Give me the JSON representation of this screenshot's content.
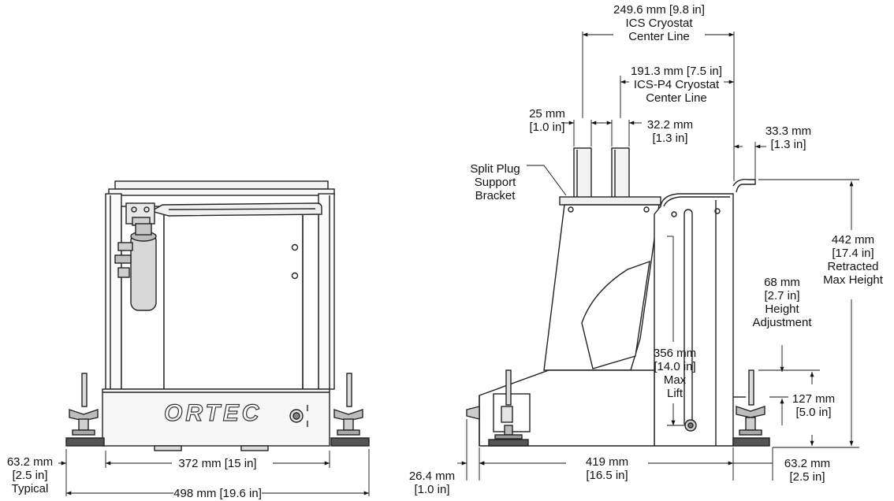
{
  "front_view": {
    "logo_text": "ORTEC",
    "dim_bottom_total": "498 mm [19.6 in]",
    "dim_inner_width": "372 mm [15 in]",
    "dim_foot": [
      "63.2 mm",
      "[2.5 in]",
      "Typical"
    ]
  },
  "side_view": {
    "dim_ics_cryostat": [
      "249.6 mm [9.8 in]",
      "ICS Cryostat",
      "Center Line"
    ],
    "dim_icsp4_cryostat": [
      "191.3 mm [7.5 in]",
      "ICS-P4 Cryostat",
      "Center Line"
    ],
    "dim_25mm": [
      "25 mm",
      "[1.0 in]"
    ],
    "dim_32mm": [
      "32.2 mm",
      "[1.3 in]"
    ],
    "dim_33mm": [
      "33.3 mm",
      "[1.3 in]"
    ],
    "split_plug_label": [
      "Split Plug",
      "Support",
      "Bracket"
    ],
    "dim_max_height": [
      "442 mm",
      "[17.4 in]",
      "Retracted",
      "Max Height"
    ],
    "dim_height_adjust": [
      "68 mm",
      "[2.7 in]",
      "Height",
      "Adjustment"
    ],
    "dim_max_lift": [
      "356 mm",
      "[14.0 in]",
      "Max",
      "Lift"
    ],
    "dim_127": [
      "127 mm",
      "[5.0 in]"
    ],
    "dim_left_foot": [
      "26.4 mm",
      "[1.0 in]"
    ],
    "dim_base": [
      "419 mm",
      "[16.5 in]"
    ],
    "dim_right_foot": [
      "63.2 mm",
      "[2.5 in]"
    ]
  }
}
